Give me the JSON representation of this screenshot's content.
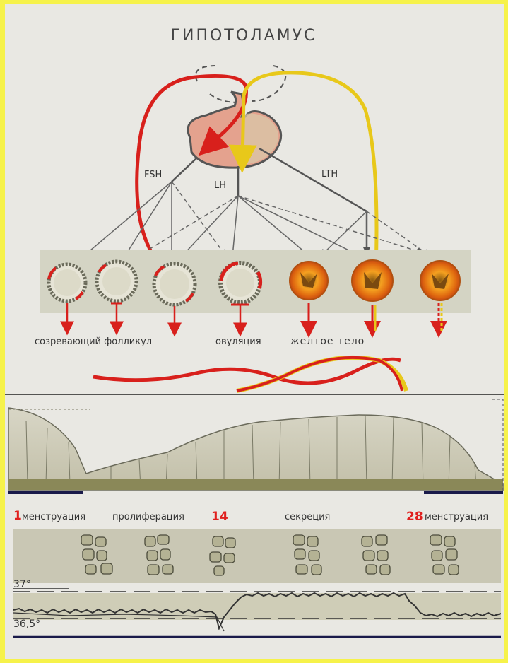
{
  "title": "ГИПОТОЛАМУС",
  "hormones": {
    "fsh": "FSH",
    "lh": "LH",
    "lth": "LTH"
  },
  "stage_labels": {
    "maturing_follicle": "созревающий фолликул",
    "ovulation": "овуляция",
    "corpus_luteum": "желтое тело"
  },
  "cycle": {
    "day_start": "1",
    "menstruation_start": "менструация",
    "proliferation": "пролиферация",
    "day_mid": "14",
    "secretion": "секреция",
    "day_end": "28",
    "menstruation_end": "менструация"
  },
  "temperature": {
    "high": "37°",
    "low": "36,5°"
  },
  "colors": {
    "fsh_arrow": "#e0201e",
    "lh_arrow": "#e8c81a",
    "page_border": "#f6f24a",
    "day_number": "#e0201e"
  }
}
